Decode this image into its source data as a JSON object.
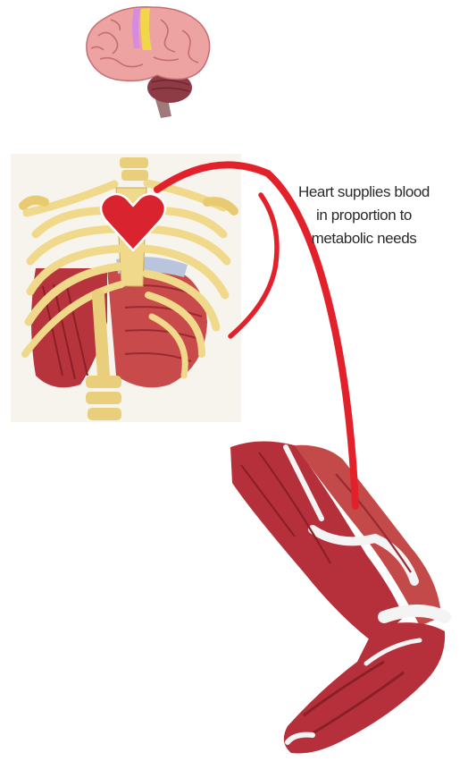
{
  "caption": {
    "line1": "Heart supplies blood",
    "line2": "in proportion to",
    "line3": "metabolic needs"
  },
  "colors": {
    "arrow": "#e3212b",
    "heart": "#d9232e",
    "brain": "#e89a9a",
    "brain_highlight_yellow": "#f2d64a",
    "brain_highlight_purple": "#d58be0",
    "bone": "#f0d98a",
    "muscle": "#b5303a",
    "tendon": "#f4f4f4"
  },
  "icons": [
    "brain-icon",
    "heart-icon",
    "ribcage-icon",
    "leg-muscle-icon"
  ]
}
